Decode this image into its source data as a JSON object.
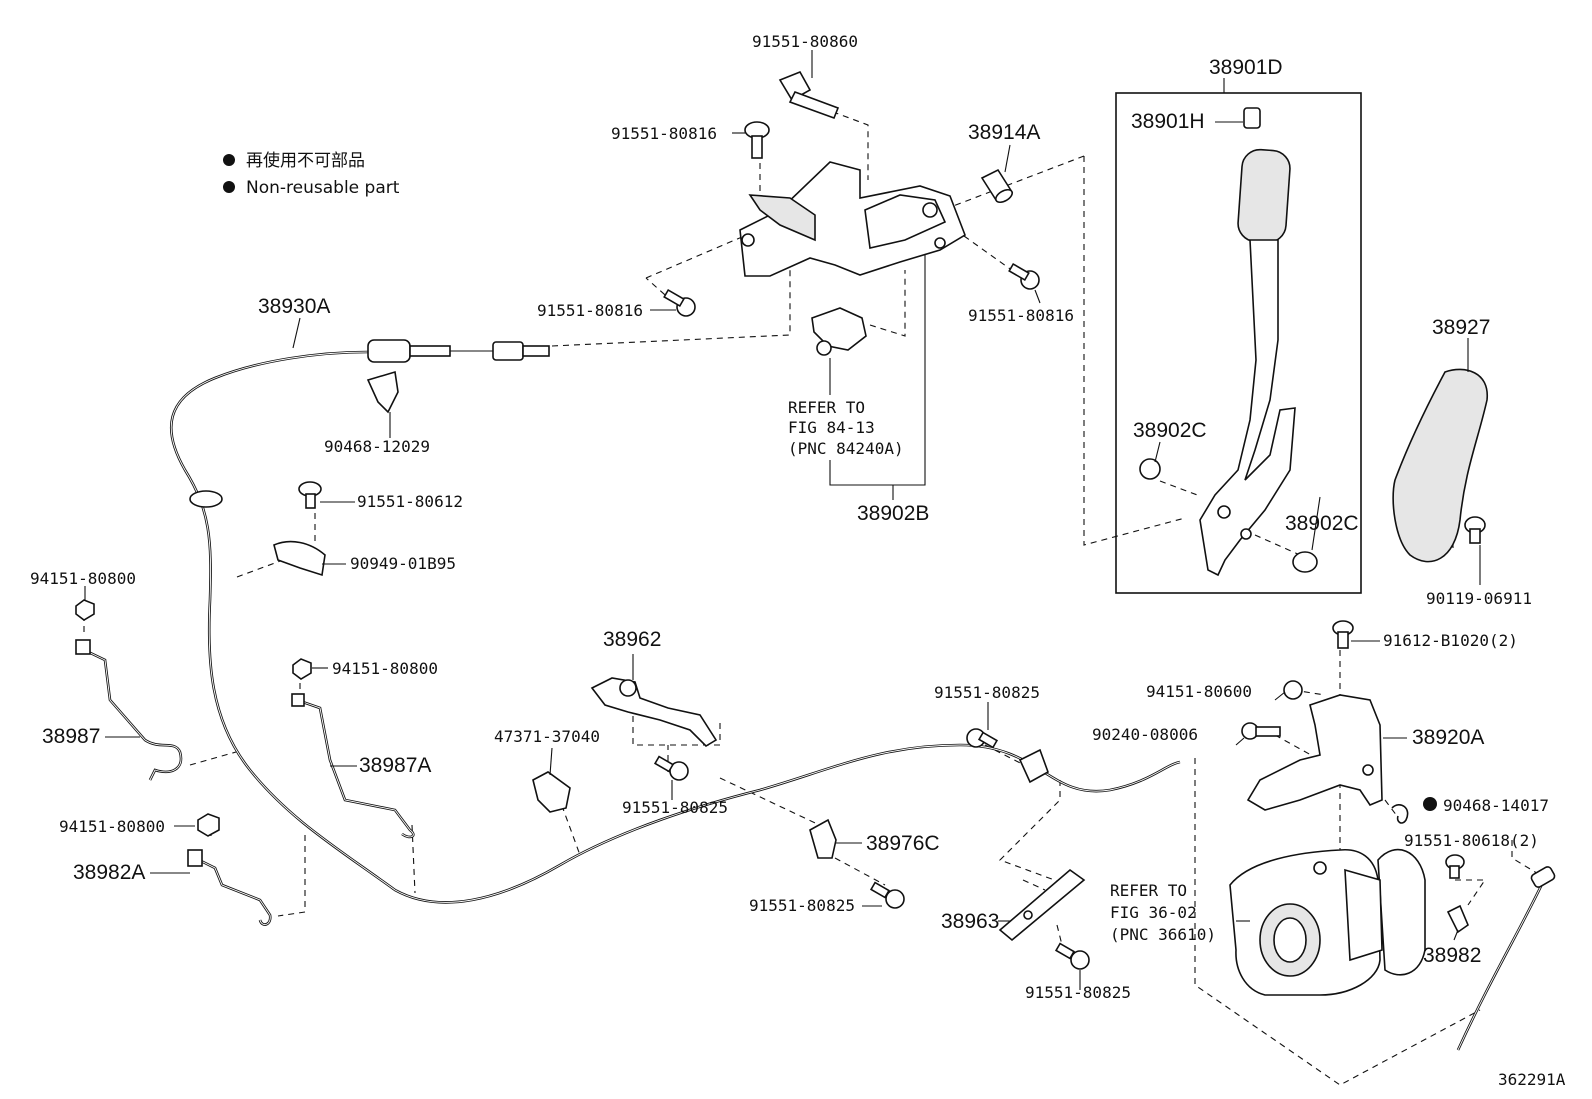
{
  "legend": {
    "line_jp": "再使用不可部品",
    "line_en": "Non-reusable part"
  },
  "labels": {
    "p91551_80860": "91551-80860",
    "p91551_80816_a": "91551-80816",
    "p38914A": "38914A",
    "p91551_80816_b": "91551-80816",
    "p91551_80816_c": "91551-80816",
    "p38901D": "38901D",
    "p38901H": "38901H",
    "p38930A": "38930A",
    "p90468_12029": "90468-12029",
    "refer1_l1": "REFER TO",
    "refer1_l2": "FIG 84-13",
    "refer1_l3": "(PNC 84240A)",
    "p38902B": "38902B",
    "p38902C_a": "38902C",
    "p38902C_b": "38902C",
    "p38927": "38927",
    "p90119_06911": "90119-06911",
    "p91551_80612": "91551-80612",
    "p90949_01B95": "90949-01B95",
    "p94151_80800_a": "94151-80800",
    "p38987": "38987",
    "p94151_80800_b": "94151-80800",
    "p38987A": "38987A",
    "p94151_80800_c": "94151-80800",
    "p38982A": "38982A",
    "p38962": "38962",
    "p47371_37040": "47371-37040",
    "p91551_80825_a": "91551-80825",
    "p91551_80825_b": "91551-80825",
    "p38976C": "38976C",
    "p91551_80825_c": "91551-80825",
    "p38963": "38963",
    "p91551_80825_d": "91551-80825",
    "p91612_B1020": "91612-B1020(2)",
    "p94151_80600": "94151-80600",
    "p38920A": "38920A",
    "p90240_08006": "90240-08006",
    "p90468_14017": "90468-14017",
    "p91551_80618": "91551-80618(2)",
    "refer2_l1": "REFER TO",
    "refer2_l2": "FIG 36-02",
    "refer2_l3": "(PNC 36610)",
    "p38982": "38982",
    "fig_id": "362291A"
  }
}
